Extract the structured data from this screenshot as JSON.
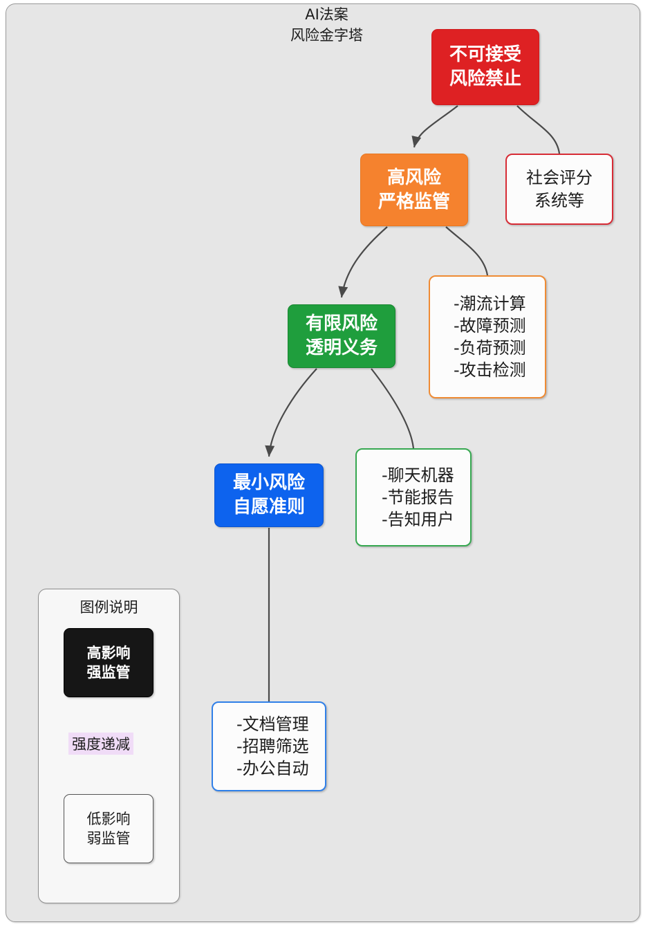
{
  "diagram": {
    "title_lines": [
      "AI法案",
      "风险金字塔"
    ],
    "colors": {
      "panel_bg": "#e6e6e6",
      "unacceptable": "#de2123",
      "high_risk": "#f5822e",
      "limited_risk": "#1f9e3d",
      "minimal_risk": "#0d63ee",
      "edge": "#4a4a4a",
      "legend_high": "#161616",
      "legend_label_highlight": "#f0dcf7"
    },
    "nodes": {
      "unacceptable": {
        "lines": [
          "不可接受",
          "风险禁止"
        ]
      },
      "high_risk": {
        "lines": [
          "高风险",
          "严格监管"
        ]
      },
      "limited_risk": {
        "lines": [
          "有限风险",
          "透明义务"
        ]
      },
      "minimal_risk": {
        "lines": [
          "最小风险",
          "自愿准则"
        ]
      }
    },
    "examples": {
      "social_scoring": {
        "lines": [
          "社会评分",
          "系统等"
        ]
      },
      "high_risk_items": {
        "lines": [
          "-潮流计算",
          "-故障预测",
          "-负荷预测",
          "-攻击检测"
        ]
      },
      "limited_risk_items": {
        "lines": [
          "-聊天机器",
          "-节能报告",
          "-告知用户"
        ]
      },
      "minimal_risk_items": {
        "lines": [
          "-文档管理",
          "-招聘筛选",
          "-办公自动"
        ]
      }
    },
    "legend": {
      "title": "图例说明",
      "high": {
        "lines": [
          "高影响",
          "强监管"
        ]
      },
      "edge_label": "强度递减",
      "low": {
        "lines": [
          "低影响",
          "弱监管"
        ]
      }
    }
  }
}
